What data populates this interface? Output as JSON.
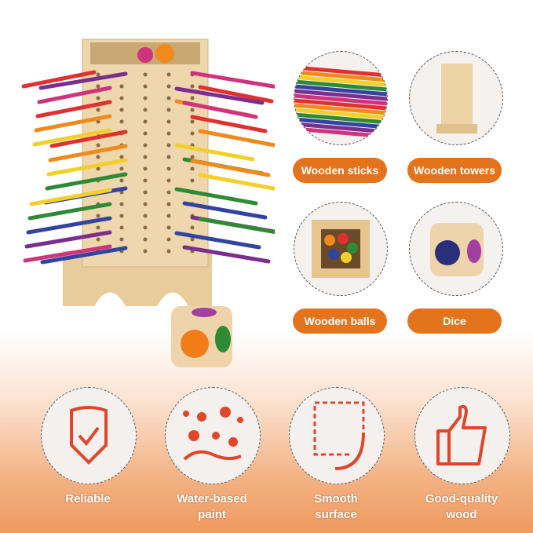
{
  "components": [
    {
      "label": "Wooden sticks",
      "icon": "colored-sticks-photo"
    },
    {
      "label": "Wooden towers",
      "icon": "wooden-tower-photo"
    },
    {
      "label": "Wooden balls",
      "icon": "wooden-balls-photo"
    },
    {
      "label": "Dice",
      "icon": "dice-photo"
    }
  ],
  "features": [
    {
      "line1": "Reliable",
      "line2": "",
      "icon": "shield-check-icon"
    },
    {
      "line1": "Water-based",
      "line2": "paint",
      "icon": "paint-drops-icon"
    },
    {
      "line1": "Smooth",
      "line2": "surface",
      "icon": "rounded-corner-icon"
    },
    {
      "line1": "Good-quality",
      "line2": "wood",
      "icon": "thumbs-up-icon"
    }
  ],
  "colors": {
    "accent": "#e4731e",
    "icon": "#e0472a",
    "wood": "#e9cfa3"
  }
}
